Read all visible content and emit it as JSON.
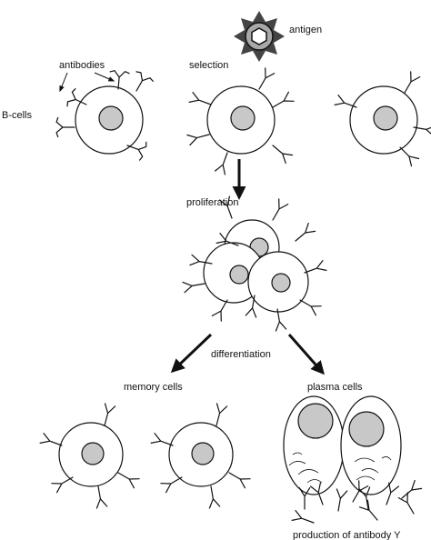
{
  "labels": {
    "antigen": "antigen",
    "selection": "selection",
    "antibodies": "antibodies",
    "b_cells": "B-cells",
    "proliferation": "proliferation",
    "differentiation": "differentiation",
    "memory_cells": "memory cells",
    "plasma_cells": "plasma cells",
    "production": "production of antibody Y"
  },
  "colors": {
    "line": "#111111",
    "nucleus": "#c8c8c8",
    "antigen_body": "#444444",
    "antigen_core": "#a8a8a8"
  }
}
